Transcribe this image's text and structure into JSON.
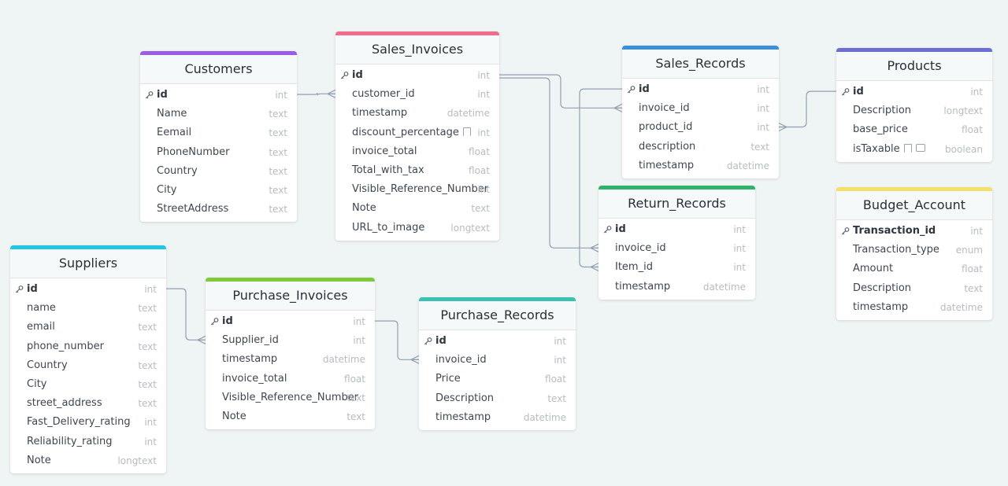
{
  "tables": [
    {
      "id": "customers",
      "name": "Customers",
      "color": "#9b5de5",
      "fields": [
        {
          "name": "id",
          "type": "int",
          "pk": true
        },
        {
          "name": "Name",
          "type": "text"
        },
        {
          "name": "Eemail",
          "type": "text"
        },
        {
          "name": "PhoneNumber",
          "type": "text"
        },
        {
          "name": "Country",
          "type": "text"
        },
        {
          "name": "City",
          "type": "text"
        },
        {
          "name": "StreetAddress",
          "type": "text"
        }
      ]
    },
    {
      "id": "sales-invoices",
      "name": "Sales_Invoices",
      "color": "#f26b8a",
      "fields": [
        {
          "name": "id",
          "type": "int",
          "pk": true
        },
        {
          "name": "customer_id",
          "type": "int"
        },
        {
          "name": "timestamp",
          "type": "datetime"
        },
        {
          "name": "discount_percentage",
          "type": "int",
          "note": true
        },
        {
          "name": "invoice_total",
          "type": "float"
        },
        {
          "name": "Total_with_tax",
          "type": "float"
        },
        {
          "name": "Visible_Reference_Number",
          "type": "int"
        },
        {
          "name": "Note",
          "type": "text"
        },
        {
          "name": "URL_to_image",
          "type": "longtext"
        }
      ]
    },
    {
      "id": "sales-records",
      "name": "Sales_Records",
      "color": "#3a8fd9",
      "fields": [
        {
          "name": "id",
          "type": "int",
          "pk": true
        },
        {
          "name": "invoice_id",
          "type": "int"
        },
        {
          "name": "product_id",
          "type": "int"
        },
        {
          "name": "description",
          "type": "text"
        },
        {
          "name": "timestamp",
          "type": "datetime"
        }
      ]
    },
    {
      "id": "products",
      "name": "Products",
      "color": "#6c6fd1",
      "fields": [
        {
          "name": "id",
          "type": "int",
          "pk": true
        },
        {
          "name": "Description",
          "type": "longtext"
        },
        {
          "name": "base_price",
          "type": "float"
        },
        {
          "name": "isTaxable",
          "type": "boolean",
          "note": true,
          "comment": true
        }
      ]
    },
    {
      "id": "return-records",
      "name": "Return_Records",
      "color": "#2fb36b",
      "fields": [
        {
          "name": "id",
          "type": "int",
          "pk": true
        },
        {
          "name": "invoice_id",
          "type": "int"
        },
        {
          "name": "Item_id",
          "type": "int"
        },
        {
          "name": "timestamp",
          "type": "datetime"
        }
      ]
    },
    {
      "id": "budget-account",
      "name": "Budget_Account",
      "color": "#f5e06b",
      "fields": [
        {
          "name": "Transaction_id",
          "type": "int",
          "pk": true
        },
        {
          "name": "Transaction_type",
          "type": "enum"
        },
        {
          "name": "Amount",
          "type": "float"
        },
        {
          "name": "Description",
          "type": "text"
        },
        {
          "name": "timestamp",
          "type": "datetime"
        }
      ]
    },
    {
      "id": "suppliers",
      "name": "Suppliers",
      "color": "#22c6e0",
      "fields": [
        {
          "name": "id",
          "type": "int",
          "pk": true
        },
        {
          "name": "name",
          "type": "text"
        },
        {
          "name": "email",
          "type": "text"
        },
        {
          "name": "phone_number",
          "type": "text"
        },
        {
          "name": "Country",
          "type": "text"
        },
        {
          "name": "City",
          "type": "text"
        },
        {
          "name": "street_address",
          "type": "text"
        },
        {
          "name": "Fast_Delivery_rating",
          "type": "int"
        },
        {
          "name": "Reliability_rating",
          "type": "int"
        },
        {
          "name": "Note",
          "type": "longtext"
        }
      ]
    },
    {
      "id": "purchase-invoices",
      "name": "Purchase_Invoices",
      "color": "#7dc93a",
      "fields": [
        {
          "name": "id",
          "type": "int",
          "pk": true
        },
        {
          "name": "Supplier_id",
          "type": "int"
        },
        {
          "name": "timestamp",
          "type": "datetime"
        },
        {
          "name": "invoice_total",
          "type": "float"
        },
        {
          "name": "Visible_Reference_Number",
          "type": "text"
        },
        {
          "name": "Note",
          "type": "text"
        }
      ]
    },
    {
      "id": "purchase-records",
      "name": "Purchase_Records",
      "color": "#3cc1b0",
      "fields": [
        {
          "name": "id",
          "type": "int",
          "pk": true
        },
        {
          "name": "invoice_id",
          "type": "int"
        },
        {
          "name": "Price",
          "type": "float"
        },
        {
          "name": "Description",
          "type": "text"
        },
        {
          "name": "timestamp",
          "type": "datetime"
        }
      ]
    }
  ],
  "relations": [
    {
      "from": "sales-invoices.customer_id",
      "to": "customers.id",
      "cardinality": "many-to-one"
    },
    {
      "from": "sales-records.invoice_id",
      "to": "sales-invoices.id",
      "cardinality": "many-to-one"
    },
    {
      "from": "sales-records.product_id",
      "to": "products.id",
      "cardinality": "many-to-one"
    },
    {
      "from": "return-records.invoice_id",
      "to": "sales-invoices.id",
      "cardinality": "many-to-one"
    },
    {
      "from": "return-records.Item_id",
      "to": "sales-records.id",
      "cardinality": "many-to-one"
    },
    {
      "from": "purchase-invoices.Supplier_id",
      "to": "suppliers.id",
      "cardinality": "many-to-one"
    },
    {
      "from": "purchase-records.invoice_id",
      "to": "purchase-invoices.id",
      "cardinality": "many-to-one"
    }
  ]
}
